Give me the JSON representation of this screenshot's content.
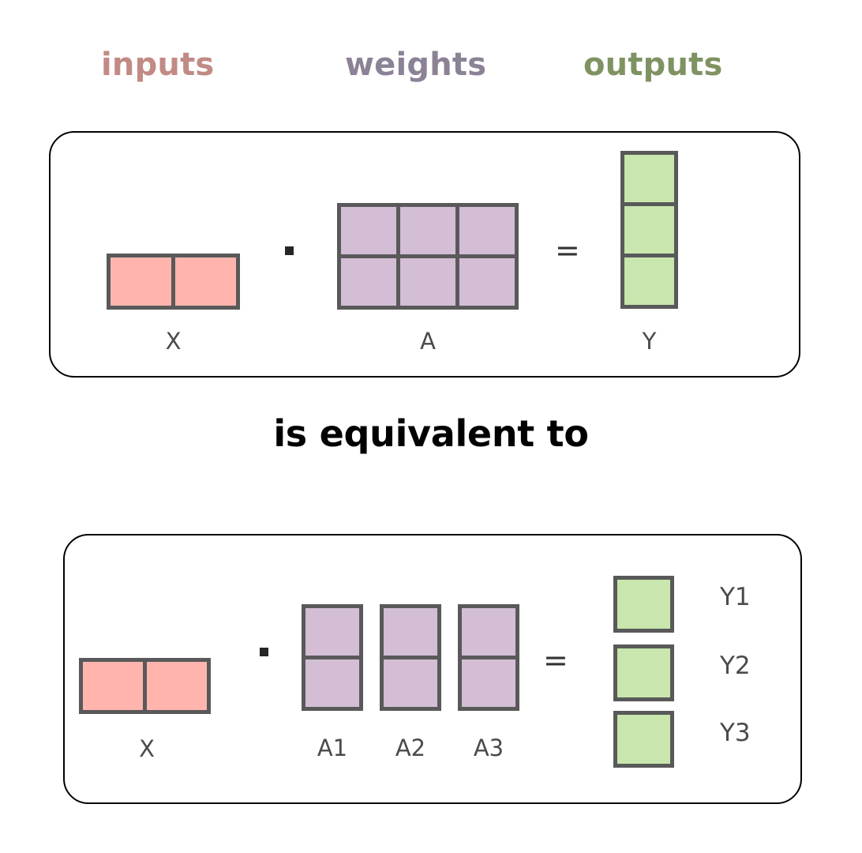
{
  "legend": {
    "items": [
      {
        "label": "inputs",
        "color": "#c28a85"
      },
      {
        "label": "weights",
        "color": "#8c8296"
      },
      {
        "label": "outputs",
        "color": "#7f9362"
      }
    ]
  },
  "connector": {
    "text": "is equivalent to"
  },
  "palette": {
    "input_fill": "#ffb5ad",
    "weight_fill": "#d3bed6",
    "output_fill": "#c8e6ad",
    "cell_border": "#595959",
    "panel_border": "#000000",
    "label_color": "#4b4b4b",
    "background": "#ffffff"
  },
  "top_panel": {
    "operand_x": {
      "label": "X",
      "rows": 1,
      "cols": 2,
      "kind": "input"
    },
    "operator_dot": "·",
    "operand_a": {
      "label": "A",
      "rows": 2,
      "cols": 3,
      "kind": "weight"
    },
    "operator_equals": "=",
    "operand_y": {
      "label": "Y",
      "rows": 3,
      "cols": 1,
      "kind": "output"
    }
  },
  "bottom_panel": {
    "operand_x": {
      "label": "X",
      "rows": 1,
      "cols": 2,
      "kind": "input"
    },
    "operator_dot": "·",
    "weight_columns": [
      {
        "label": "A1",
        "rows": 2,
        "cols": 1,
        "kind": "weight"
      },
      {
        "label": "A2",
        "rows": 2,
        "cols": 1,
        "kind": "weight"
      },
      {
        "label": "A3",
        "rows": 2,
        "cols": 1,
        "kind": "weight"
      }
    ],
    "operator_equals": "=",
    "output_cells": [
      {
        "label": "Y1",
        "rows": 1,
        "cols": 1,
        "kind": "output"
      },
      {
        "label": "Y2",
        "rows": 1,
        "cols": 1,
        "kind": "output"
      },
      {
        "label": "Y3",
        "rows": 1,
        "cols": 1,
        "kind": "output"
      }
    ]
  }
}
